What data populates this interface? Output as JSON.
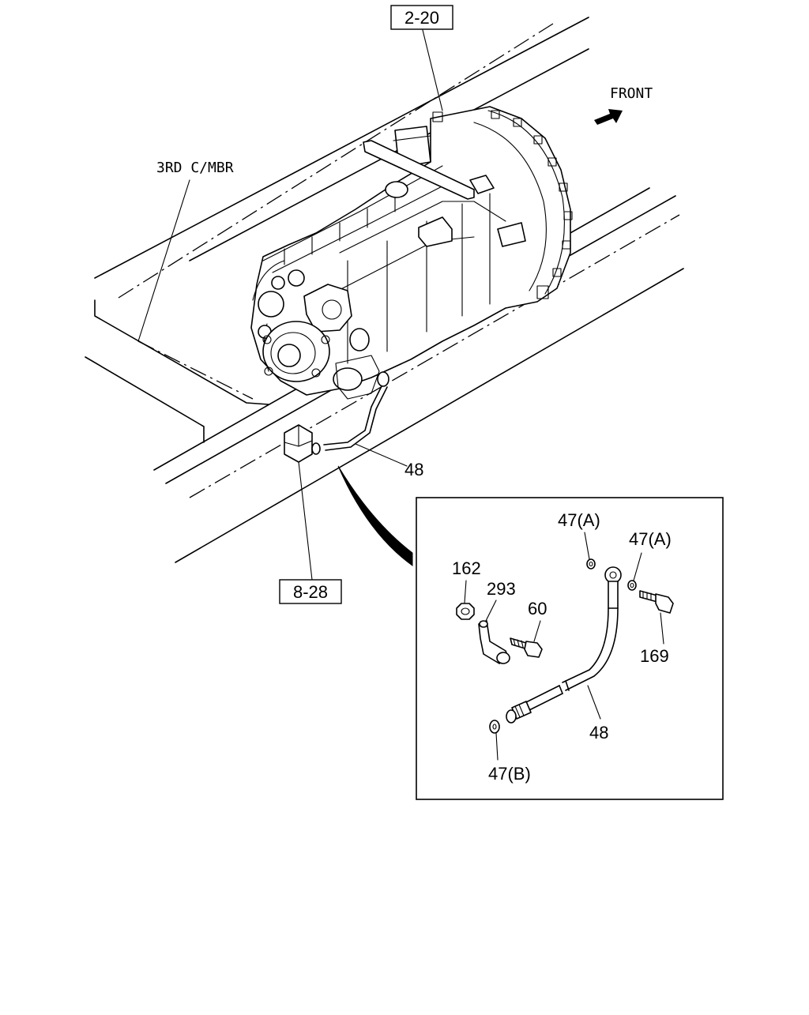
{
  "labels": {
    "ref_top": "2-20",
    "ref_bottom": "8-28",
    "front": "FRONT",
    "crossmember": "3RD C/MBR",
    "hose_main": "48",
    "nut": "162",
    "bracket": "293",
    "bolt_bracket": "60",
    "washer_a1": "47(A)",
    "washer_a2": "47(A)",
    "eye_bolt": "169",
    "hose_detail": "48",
    "washer_b": "47(B)"
  },
  "icons": {
    "front_arrow": "arrow-right-icon"
  }
}
